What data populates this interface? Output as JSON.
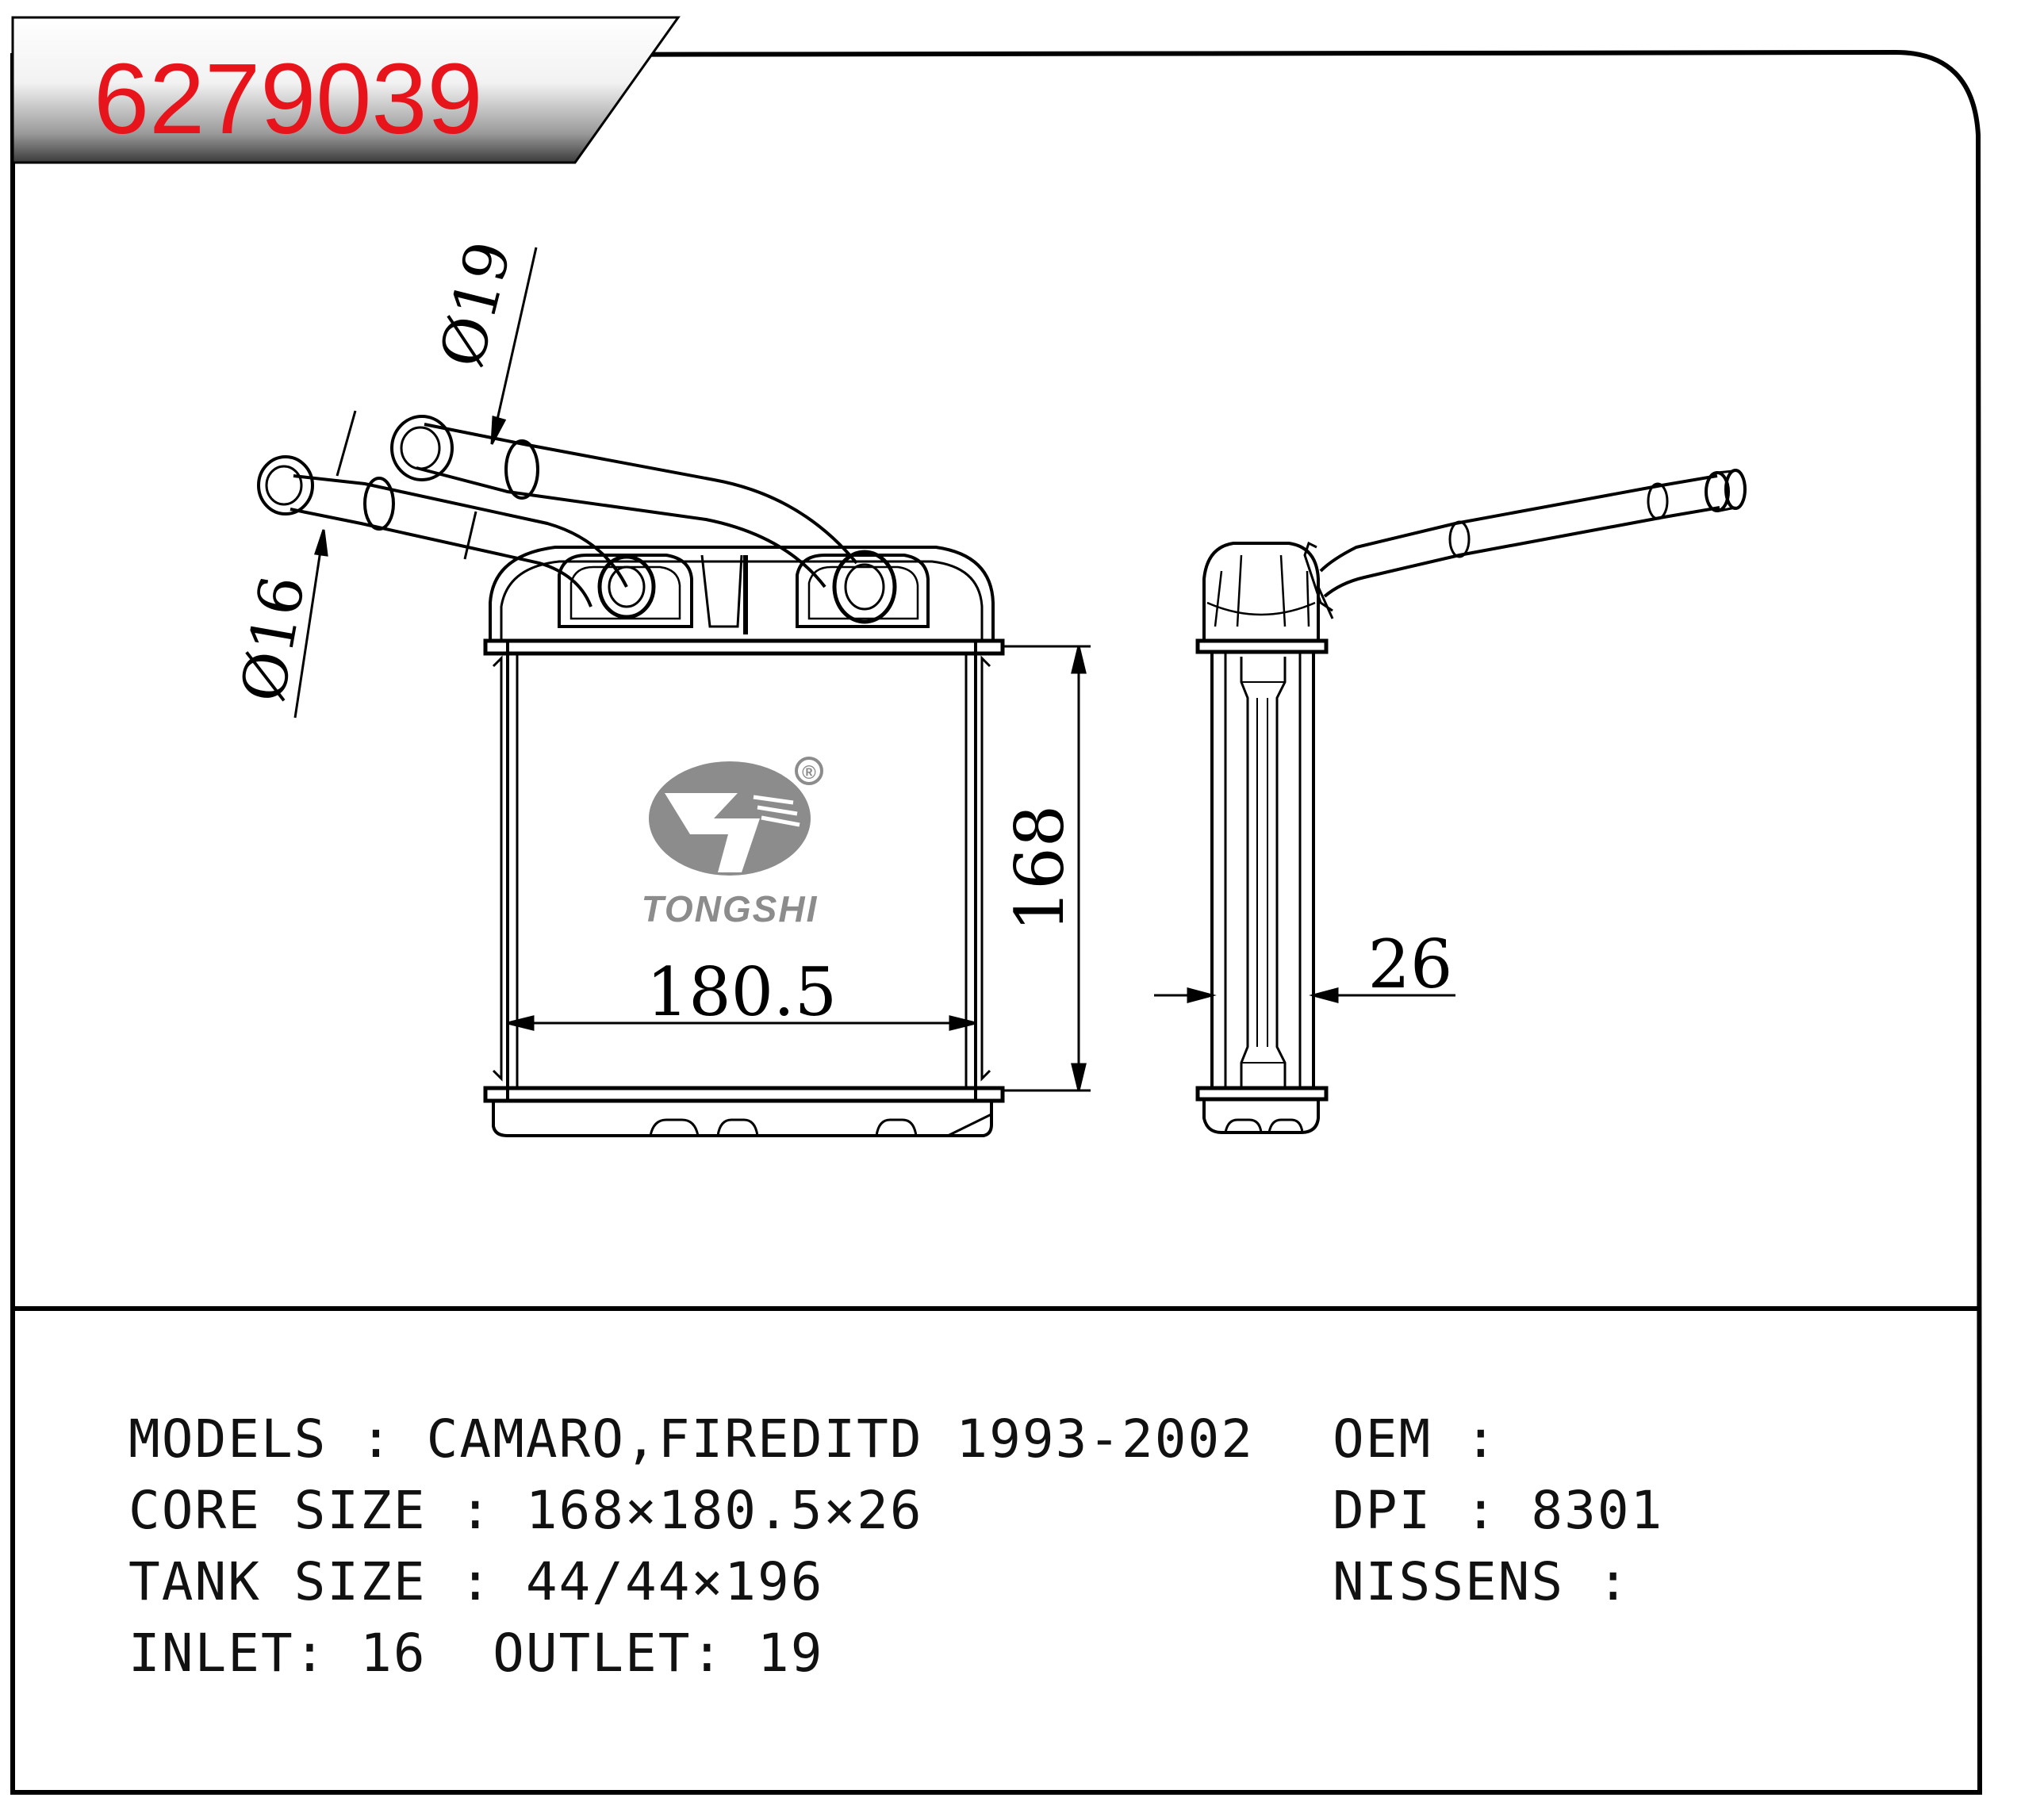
{
  "header": {
    "part_number": "6279039"
  },
  "drawing": {
    "outlet_dia": "Ø19",
    "inlet_dia": "Ø16",
    "core_width": "180.5",
    "core_height": "168",
    "core_depth": "26",
    "brand": "TONGSHI",
    "registered_mark": "®"
  },
  "specs": {
    "models": "MODELS : CAMARO,FIREDITD 1993-2002",
    "core_size": "CORE SIZE : 168×180.5×26",
    "tank_size": "TANK SIZE : 44/44×196",
    "inlet_outlet": "INLET: 16  OUTLET: 19",
    "oem": "OEM :",
    "dpi": "DPI : 8301",
    "nissens": "NISSENS :"
  },
  "colors": {
    "part_number": "#e8141c",
    "logo_gray": "#8c8c8c",
    "line": "#000000"
  }
}
